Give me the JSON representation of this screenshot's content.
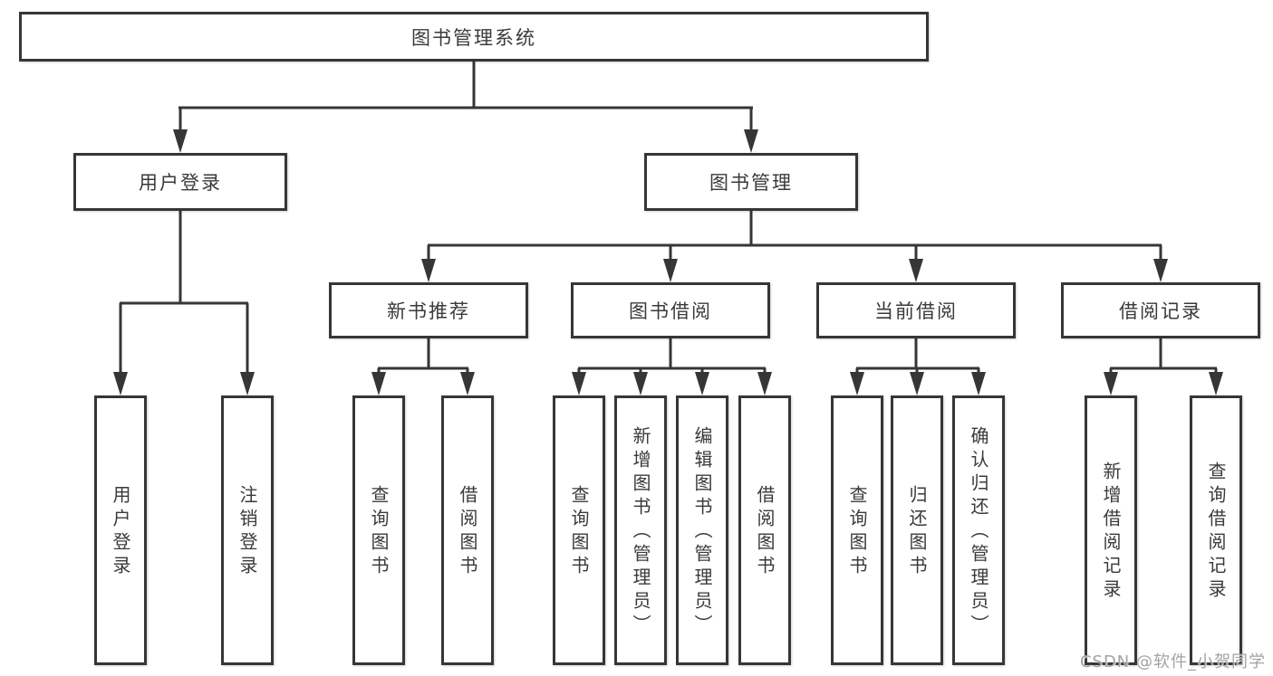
{
  "tree": {
    "root": {
      "label": "图书管理系统",
      "children": [
        {
          "label": "用户登录",
          "children": [
            {
              "label": "用户登录"
            },
            {
              "label": "注销登录"
            }
          ]
        },
        {
          "label": "图书管理",
          "children": [
            {
              "label": "新书推荐",
              "children": [
                {
                  "label": "查询图书"
                },
                {
                  "label": "借阅图书"
                }
              ]
            },
            {
              "label": "图书借阅",
              "children": [
                {
                  "label": "查询图书"
                },
                {
                  "label": "新增图书（管理员）"
                },
                {
                  "label": "编辑图书（管理员）"
                },
                {
                  "label": "借阅图书"
                }
              ]
            },
            {
              "label": "当前借阅",
              "children": [
                {
                  "label": "查询图书"
                },
                {
                  "label": "归还图书"
                },
                {
                  "label": "确认归还（管理员）"
                }
              ]
            },
            {
              "label": "借阅记录",
              "children": [
                {
                  "label": "新增借阅记录"
                },
                {
                  "label": "查询借阅记录"
                }
              ]
            }
          ]
        }
      ]
    }
  },
  "watermark": {
    "text": "CSDN @软件_小贺同学"
  },
  "colors": {
    "line": "#363636",
    "box_border": "#363636",
    "text": "#3a3a3a",
    "watermark": "#a3a3a3",
    "background": "#ffffff"
  }
}
